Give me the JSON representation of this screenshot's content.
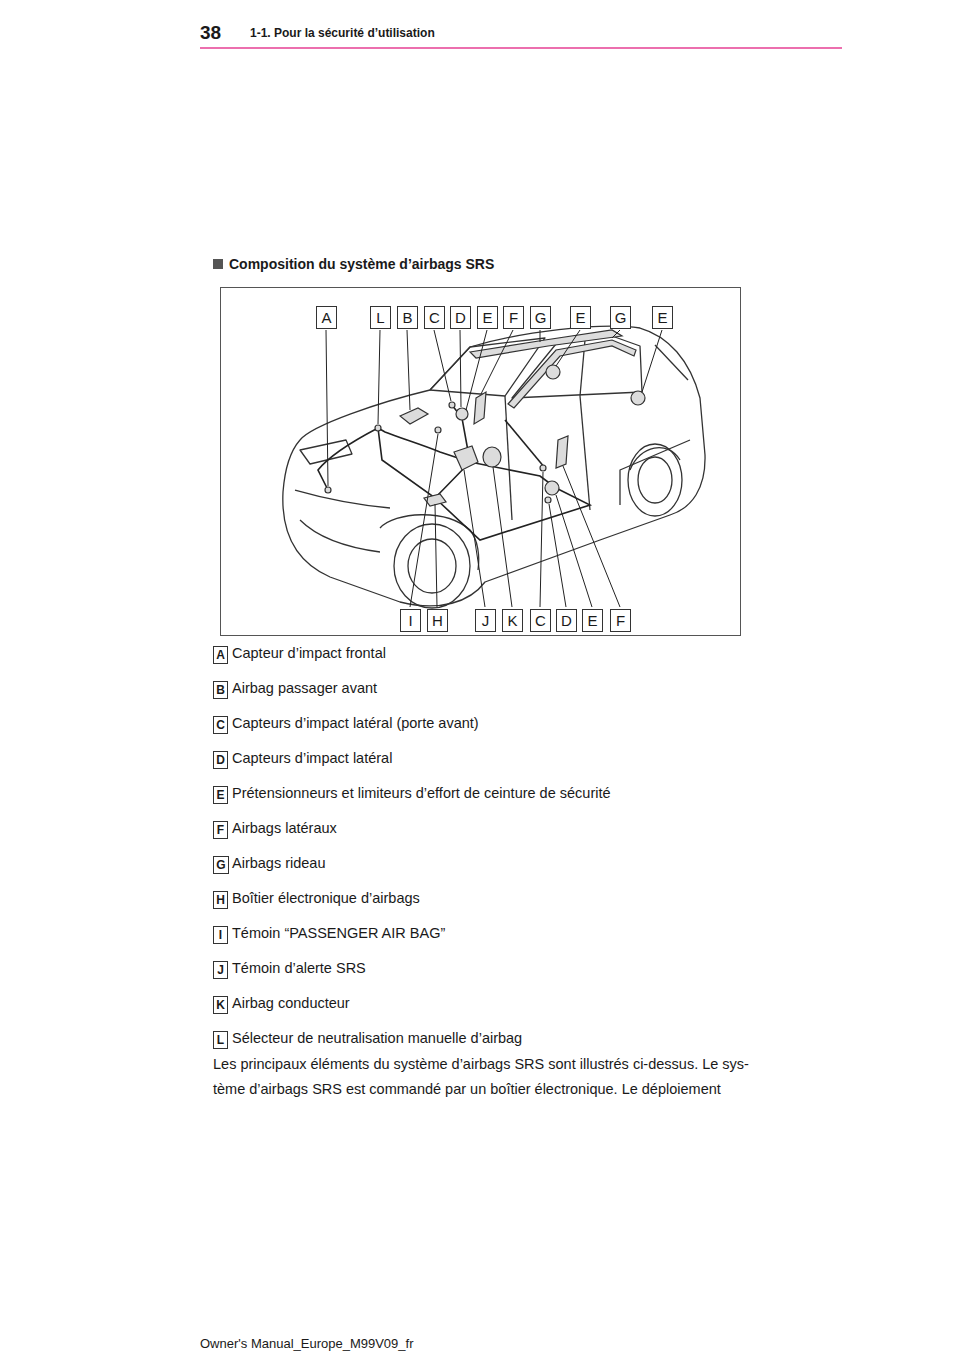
{
  "diagram": {
    "title": "Composition du système d’airbags SRS",
    "nodes": [
      {
        "text": [
          "A"
        ]
      },
      {
        "text": [
          "L"
        ]
      },
      {
        "text": [
          "B"
        ]
      },
      {
        "text": [
          "C"
        ]
      },
      {
        "text": [
          "D"
        ]
      },
      {
        "text": [
          "E"
        ]
      },
      {
        "text": [
          "F"
        ]
      },
      {
        "text": [
          "G"
        ]
      },
      {
        "text": [
          "E"
        ]
      },
      {
        "text": [
          "G"
        ]
      },
      {
        "text": [
          "E"
        ]
      },
      {
        "text": [
          "I"
        ]
      },
      {
        "text": [
          "H"
        ]
      },
      {
        "text": [
          "J"
        ]
      },
      {
        "text": [
          "K"
        ]
      },
      {
        "text": [
          "C"
        ]
      },
      {
        "text": [
          "D"
        ]
      },
      {
        "text": [
          "E"
        ]
      },
      {
        "text": [
          "F"
        ]
      },
      {
        "text": [
          "A"
        ]
      },
      {
        "text": [
          "B"
        ]
      },
      {
        "text": [
          "C"
        ]
      },
      {
        "text": [
          "D"
        ]
      },
      {
        "text": [
          "E"
        ]
      },
      {
        "text": [
          "F"
        ]
      },
      {
        "text": [
          "G"
        ]
      },
      {
        "text": [
          "H"
        ]
      },
      {
        "text": [
          "I"
        ]
      },
      {
        "text": [
          "J"
        ]
      },
      {
        "text": [
          "K"
        ]
      },
      {
        "text": [
          "L"
        ]
      }
    ],
    "labels": [
      "38",
      "1-1. Pour la sécurité d’utilisation",
      "Capteur d’impact frontal",
      "Airbag passager avant",
      "Capteurs d’impact latéral (porte avant)",
      "Capteurs d’impact latéral",
      "Prétensionneurs et limiteurs d’effort de ceinture de sécurité",
      "Airbags latéraux",
      "Airbags rideau",
      "Boîtier électronique d’airbags",
      "Témoin “PASSENGER AIR BAG”",
      "Témoin d’alerte SRS",
      "Airbag conducteur",
      "Sélecteur de neutralisation manuelle d’airbag",
      "Les principaux éléments du système d’airbags SRS sont illustrés ci-dessus. Le sys- tème d’airbags SRS est commandé par un boîtier électronique. Le déploiement",
      "Owner's Manual_Europe_M99V09_fr"
    ]
  }
}
